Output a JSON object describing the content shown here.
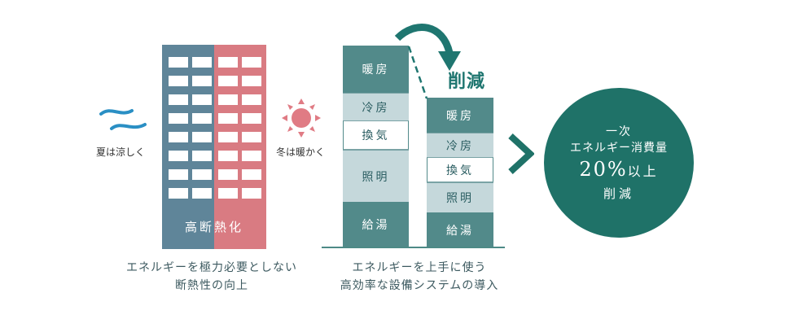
{
  "left_panel": {
    "building_label": "高断熱化",
    "summer_label": "夏は涼しく",
    "winter_label": "冬は暖かく",
    "caption_line1": "エネルギーを極力必要としない",
    "caption_line2": "断熱性の向上",
    "colors": {
      "cool": "#5f8599",
      "warm": "#d97b82",
      "wave": "#2a8fc4",
      "sun": "#e07b84"
    }
  },
  "center_panel": {
    "before_bar": [
      {
        "label": "暖房",
        "style": "dark"
      },
      {
        "label": "冷房",
        "style": "light"
      },
      {
        "label": "換気",
        "style": "white"
      },
      {
        "label": "照明",
        "style": "light"
      },
      {
        "label": "給湯",
        "style": "dark"
      }
    ],
    "after_bar": [
      {
        "label": "暖房",
        "style": "dark"
      },
      {
        "label": "冷房",
        "style": "light"
      },
      {
        "label": "換気",
        "style": "white"
      },
      {
        "label": "照明",
        "style": "light"
      },
      {
        "label": "給湯",
        "style": "dark"
      }
    ],
    "reduction_label": "削減",
    "caption_line1": "エネルギーを上手に使う",
    "caption_line2": "高効率な設備システムの導入",
    "colors": {
      "dark": "#528a8a",
      "light": "#c5d8db",
      "accent": "#1f7670"
    }
  },
  "result": {
    "line1": "一次",
    "line2": "エネルギー消費量",
    "percent": "20%",
    "suffix": "以上",
    "line4": "削減",
    "color": "#1f7268"
  }
}
